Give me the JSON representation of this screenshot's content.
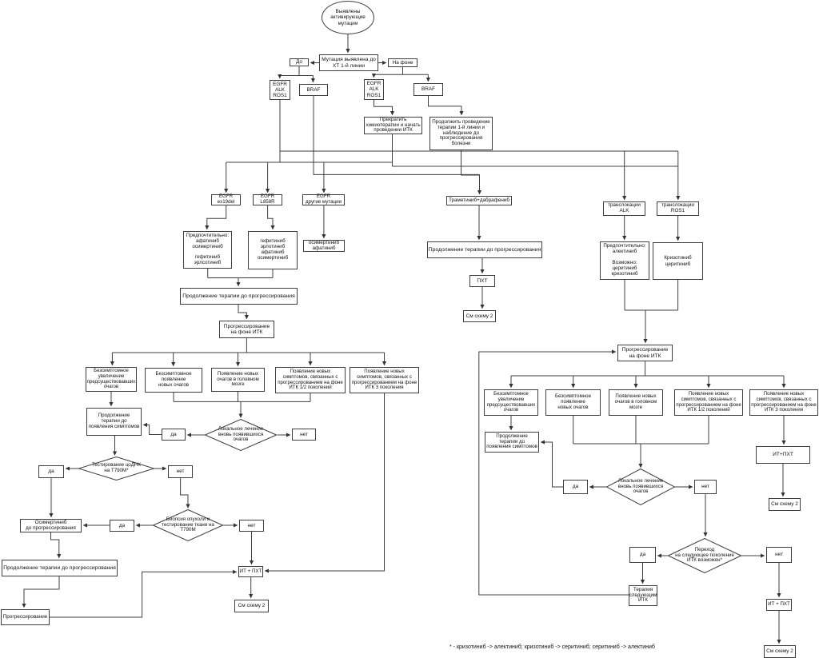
{
  "diagram": {
    "colors": {
      "background": "#ffffff",
      "line": "#4d4d4d",
      "text": "#111111"
    },
    "footnote": "* - кризотиниб -> алектиниб; кризотиниб -> серитиниб; серитиниб -> алектиниб",
    "nodes": {
      "start": {
        "label": "Выявлены\nактивирующие\nмутации"
      },
      "mutation-found": {
        "label": "Мутация выявлена до\nХТ 1-й линии"
      },
      "before": {
        "label": "До"
      },
      "on-background": {
        "label": "На фоне"
      },
      "egfr-alk-ros1-left": {
        "label": "EGFR\nALK\nROS1"
      },
      "braf-left": {
        "label": "BRAF"
      },
      "egfr-alk-ros1-right": {
        "label": "EGFR\nALK\nROS1"
      },
      "braf-right": {
        "label": "BRAF"
      },
      "stop-chemo": {
        "label": "Прекратить\nхимиотерапии и начать\nпроведении ИТК"
      },
      "continue-first-line": {
        "label": "Продолжить проведение\nтерапии 1-й линии и\nнаблюдение до\nпрогрессирования\nболезни"
      },
      "egfr-ex19del": {
        "label": "EGFR\nex19del"
      },
      "egfr-l858r": {
        "label": "EGFR\nL858R"
      },
      "egfr-other": {
        "label": "EGFR\nдругие мутации"
      },
      "trametinib-dabrafenib": {
        "label": "Траметиниб+дабрафениб"
      },
      "alk-translocation": {
        "label": "транслокации\nALK"
      },
      "ros1-translocation": {
        "label": "транслокации\nROS1"
      },
      "preferred-egfr": {
        "label": "Предпочтительно:\nафатиниб\nосимертиниб\n\nгефитиниб\nэрлсотиниб"
      },
      "gefitinib-group": {
        "label": "гефитиниб\nэрлотиниб\nафатиниб\nосимертиниб"
      },
      "osimertinib-afatinib": {
        "label": "осимертиниб\nафатиниб"
      },
      "continue-therapy-left": {
        "label": "Продолжение терапии до прогрессирования"
      },
      "progression-itk-left": {
        "label": "Прогрессирование\nна фоне ИТК"
      },
      "continue-therapy-center": {
        "label": "Продолжение терапии до прогрессирования"
      },
      "pht-center": {
        "label": "ПХТ"
      },
      "see-scheme2-center": {
        "label": "См схему 2"
      },
      "preferred-alk": {
        "label": "Предпочтительно:\nалектиниб\n\nВозможно:\nцеритиниб\nкризотиниб"
      },
      "crizotinib-ceritinib": {
        "label": "Кризотиниб\nцеритиниб"
      },
      "progression-itk-right": {
        "label": "Прогрессирование\nна фоне ИТК"
      },
      "asympt-increase-left": {
        "label": "Безсимптомное\nувеличение\nпредсуществовавших\nочагов"
      },
      "asympt-new-left": {
        "label": "Безсимптомное\nпоявление\nновых очагов"
      },
      "brain-foci-left": {
        "label": "Появление новых\nочагов в головном\nмозге"
      },
      "symptoms-itk12-left": {
        "label": "Появление новых\nсимптомов, связанных с\nпрогрессированием на фоне\nИТК 1/2 поколений"
      },
      "symptoms-itk3-left": {
        "label": "Появление новых\nсимптомов, связанных с\nпрогрессированием на фоне\nИТК 3 поколения"
      },
      "continue-until-symptoms-left": {
        "label": "Продолжение\nтерапии до\nпоявления симптомов"
      },
      "yes-local-left": {
        "label": "да"
      },
      "local-treatment-left": {
        "label": "Локальное лечение\nвновь появившихся\nочагов"
      },
      "no-local-left": {
        "label": "нет"
      },
      "ctdna-test": {
        "label": "Тестирование цоДНК\nна Т790М*"
      },
      "yes-ctdna": {
        "label": "да"
      },
      "no-ctdna": {
        "label": "нет"
      },
      "biopsy": {
        "label": "Биопсия опухоли и\nтестирование ткани на\nТ790М"
      },
      "yes-biopsy": {
        "label": "да"
      },
      "no-biopsy": {
        "label": "нет"
      },
      "osimertinib-progress": {
        "label": "Осимертиниб\nдо прогрессирования"
      },
      "continue-therapy-bottomleft": {
        "label": "Продолжение терапии до прогрессирования"
      },
      "progression-bottomleft": {
        "label": "Прогрессирование"
      },
      "it-pht-left": {
        "label": "ИТ + ПХТ"
      },
      "see-scheme2-left": {
        "label": "См схему 2"
      },
      "asympt-increase-right": {
        "label": "Безсимптомное\nувеличение\nпредсуществовавших\nочагов"
      },
      "asympt-new-right": {
        "label": "Безсимптомное\nпоявление\nновых очагов"
      },
      "brain-foci-right": {
        "label": "Появление новых\nочагов в головном\nмозге"
      },
      "symptoms-itk12-right": {
        "label": "Появление новых\nсимптомов, связанных с\nпрогрессированием на фоне\nИТК 1/2 поколений"
      },
      "symptoms-itk3-right": {
        "label": "Появление новых\nсимптомов, связанных с\nпрогрессированием на фоне\nИТК 3 поколения"
      },
      "continue-until-symptoms-right": {
        "label": "Продолжение\nтерапии до\nпоявления симптомов"
      },
      "it-pht-right-top": {
        "label": "ИТ+ПХТ"
      },
      "see-scheme2-right-top": {
        "label": "См схему 2"
      },
      "yes-local-right": {
        "label": "да"
      },
      "local-treatment-right": {
        "label": "Локальное лечение\nвновь появившихся\nочагов"
      },
      "no-local-right": {
        "label": "нет"
      },
      "next-generation": {
        "label": "Переход\nна следующее поколение\nИТК возможен*"
      },
      "yes-next": {
        "label": "да"
      },
      "no-next": {
        "label": "нет"
      },
      "next-itk-therapy": {
        "label": "Терапия\nследующим\nИТК"
      },
      "it-pht-bottomright": {
        "label": "ИТ + ПХТ"
      },
      "see-scheme2-bottomright": {
        "label": "См схему 2"
      }
    }
  }
}
